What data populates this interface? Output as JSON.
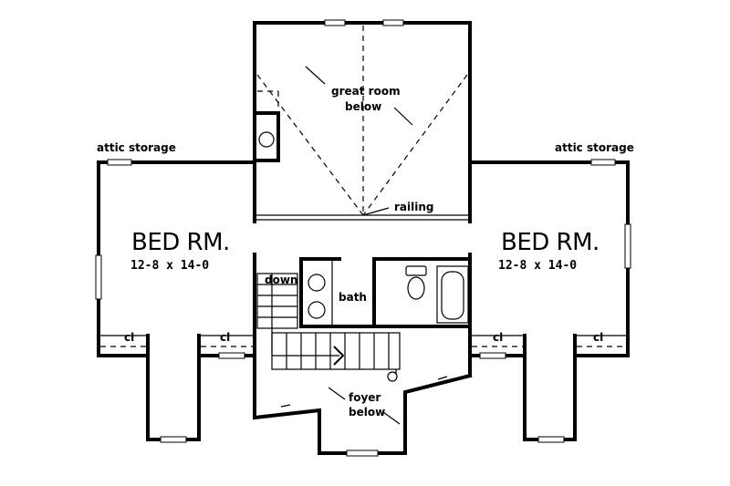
{
  "labels": {
    "attic_left": "attic storage",
    "attic_right": "attic storage",
    "great_room_1": "great room",
    "great_room_2": "below",
    "railing": "railing",
    "bed_left_name": "BED RM.",
    "bed_left_dim": "12-8 x 14-0",
    "bed_right_name": "BED RM.",
    "bed_right_dim": "12-8 x 14-0",
    "down": "down",
    "bath": "bath",
    "cl_1": "cl",
    "cl_2": "cl",
    "cl_3": "cl",
    "cl_4": "cl",
    "foyer_1": "foyer",
    "foyer_2": "below"
  }
}
